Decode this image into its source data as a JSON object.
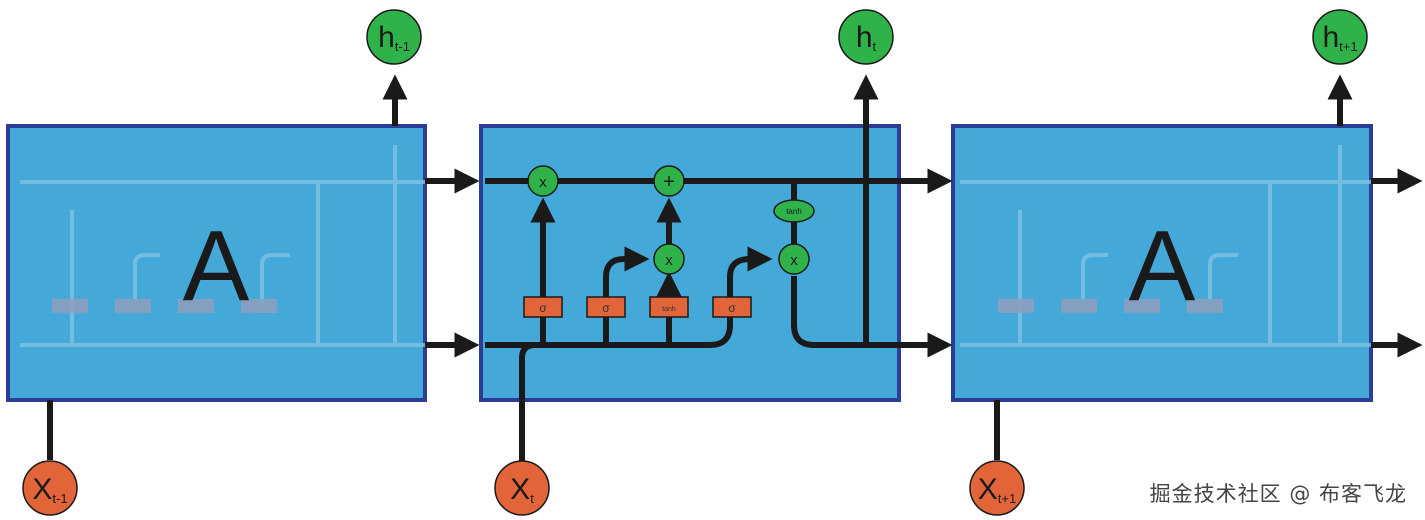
{
  "cells": {
    "left_label": "A",
    "right_label": "A"
  },
  "inputs": [
    {
      "main": "X",
      "sub": "t-1"
    },
    {
      "main": "X",
      "sub": "t"
    },
    {
      "main": "X",
      "sub": "t+1"
    }
  ],
  "outputs": [
    {
      "main": "h",
      "sub": "t-1"
    },
    {
      "main": "h",
      "sub": "t"
    },
    {
      "main": "h",
      "sub": "t+1"
    }
  ],
  "ops": {
    "forget_mul": "x",
    "add": "+",
    "input_mul": "x",
    "output_mul": "x",
    "tanh": "tanh"
  },
  "gates": {
    "sigma1": "σ",
    "sigma2": "σ",
    "tanh_gate": "tanh",
    "sigma3": "σ"
  },
  "watermark": "掘金技术社区 @ 布客飞龙",
  "colors": {
    "cell_fill": "#44a8d8",
    "cell_border": "#2b3d96",
    "line": "#1a1a1a",
    "op_green": "#2fb24a",
    "gate_orange": "#e2653a",
    "input_orange": "#e2653a"
  }
}
